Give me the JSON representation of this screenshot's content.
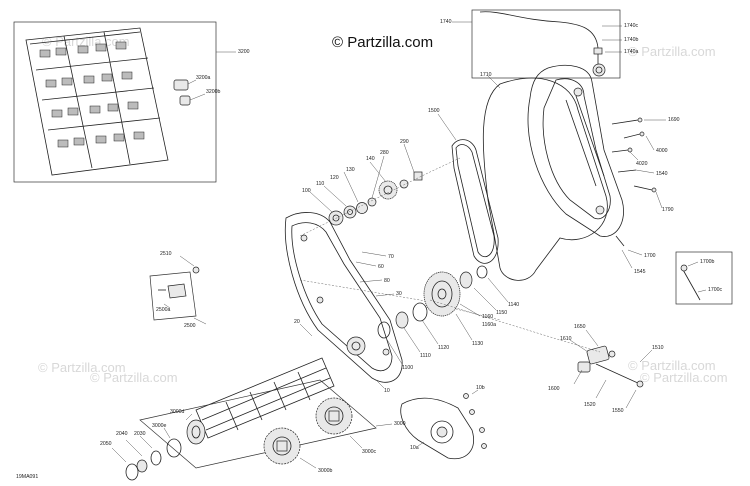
{
  "brand": {
    "text": "© Partzilla.com"
  },
  "watermarks": [
    "© Partzilla.com",
    "© Partzilla.com",
    "© Partzilla.com",
    "© Partzilla.com",
    "© Partzilla.com",
    "© Partzilla.com"
  ],
  "diagram_code": "19MA091",
  "labels": {
    "p3200": "3200",
    "p3200a": "3200a",
    "p3200b": "3200b",
    "p1740": "1740",
    "p1740c": "1740c",
    "p1740b": "1740b",
    "p1740a": "1740a",
    "p1710": "1710",
    "p1500": "1500",
    "p1690": "1690",
    "p4000": "4000",
    "p4020": "4020",
    "p1540": "1540",
    "p1790": "1790",
    "p1700": "1700",
    "p1545": "1545",
    "p1700b": "1700b",
    "p1700c": "1700c",
    "p290": "290",
    "p280": "280",
    "p140": "140",
    "p130": "130",
    "p120": "120",
    "p110": "110",
    "p100": "100",
    "p2510": "2510",
    "p2500a": "2500a",
    "p2500": "2500",
    "p70": "70",
    "p60": "60",
    "p80": "80",
    "p30": "30",
    "p20": "20",
    "p1140": "1140",
    "p1150": "1150",
    "p1160": "1160",
    "p1160a": "1160a",
    "p1130": "1130",
    "p1120": "1120",
    "p1110": "1110",
    "p1100": "1100",
    "p10": "10",
    "p1650": "1650",
    "p1610": "1610",
    "p1510": "1510",
    "p1600": "1600",
    "p1520": "1520",
    "p1550": "1550",
    "p3000": "3000",
    "p3000d": "3000d",
    "p3000e": "3000e",
    "p3000c": "3000c",
    "p3000b": "3000b",
    "p2040": "2040",
    "p2030": "2030",
    "p2050": "2050",
    "p10b": "10b",
    "p10a": "10a"
  }
}
